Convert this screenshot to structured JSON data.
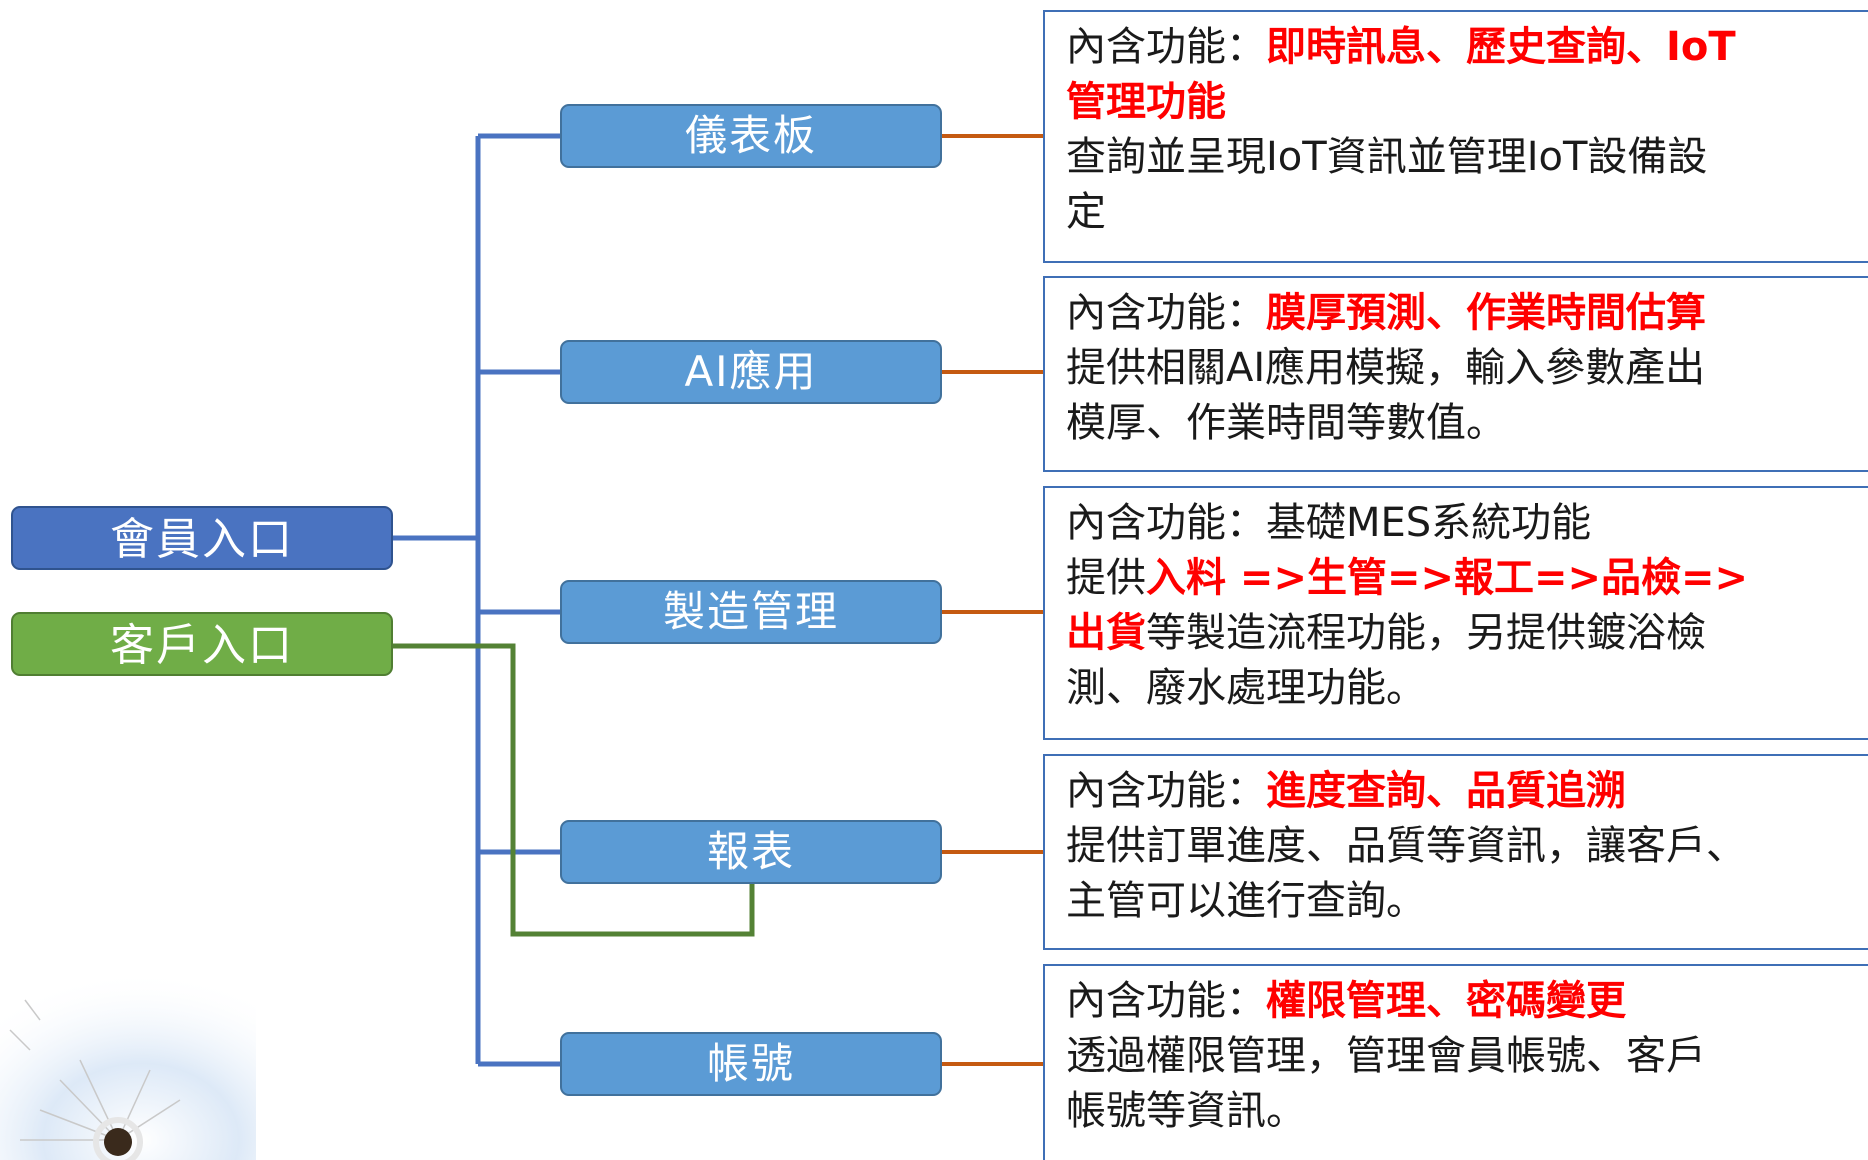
{
  "entries": {
    "member": "會員入口",
    "customer": "客戶入口"
  },
  "modules": [
    {
      "label": "儀表板"
    },
    {
      "label": "AI應用"
    },
    {
      "label": "製造管理"
    },
    {
      "label": "報表"
    },
    {
      "label": "帳號"
    }
  ],
  "descriptions": [
    {
      "prefix": "內含功能：",
      "highlight": "即時訊息、歷史查詢、IoT",
      "highlight_cont": "管理功能",
      "body": [
        "查詢並呈現IoT資訊並管理IoT設備設",
        "定"
      ]
    },
    {
      "prefix": "內含功能：",
      "highlight": "膜厚預測、作業時間估算",
      "body": [
        "提供相關AI應用模擬，輸入參數產出",
        "模厚、作業時間等數值。"
      ]
    },
    {
      "prefix": "內含功能：",
      "plain": "基礎MES系統功能",
      "line2_prefix": "提供",
      "line2_highlight": "入料 =>生管=>報工=>品檢=>",
      "line3_highlight": "出貨",
      "line3_rest": "等製造流程功能，另提供鍍浴檢",
      "line4": "測、廢水處理功能。"
    },
    {
      "prefix": "內含功能：",
      "highlight": "進度查詢、品質追溯",
      "body": [
        "提供訂單進度、品質等資訊，讓客戶、",
        "主管可以進行查詢。"
      ]
    },
    {
      "prefix": "內含功能：",
      "highlight": "權限管理、密碼變更",
      "body": [
        "透過權限管理，管理會員帳號、客戶",
        "帳號等資訊。"
      ]
    }
  ],
  "colors": {
    "member_line": "#4a73c1",
    "customer_line": "#548235",
    "desc_line": "#c55a11",
    "module_fill": "#5b9bd5",
    "highlight": "#ff0000"
  }
}
